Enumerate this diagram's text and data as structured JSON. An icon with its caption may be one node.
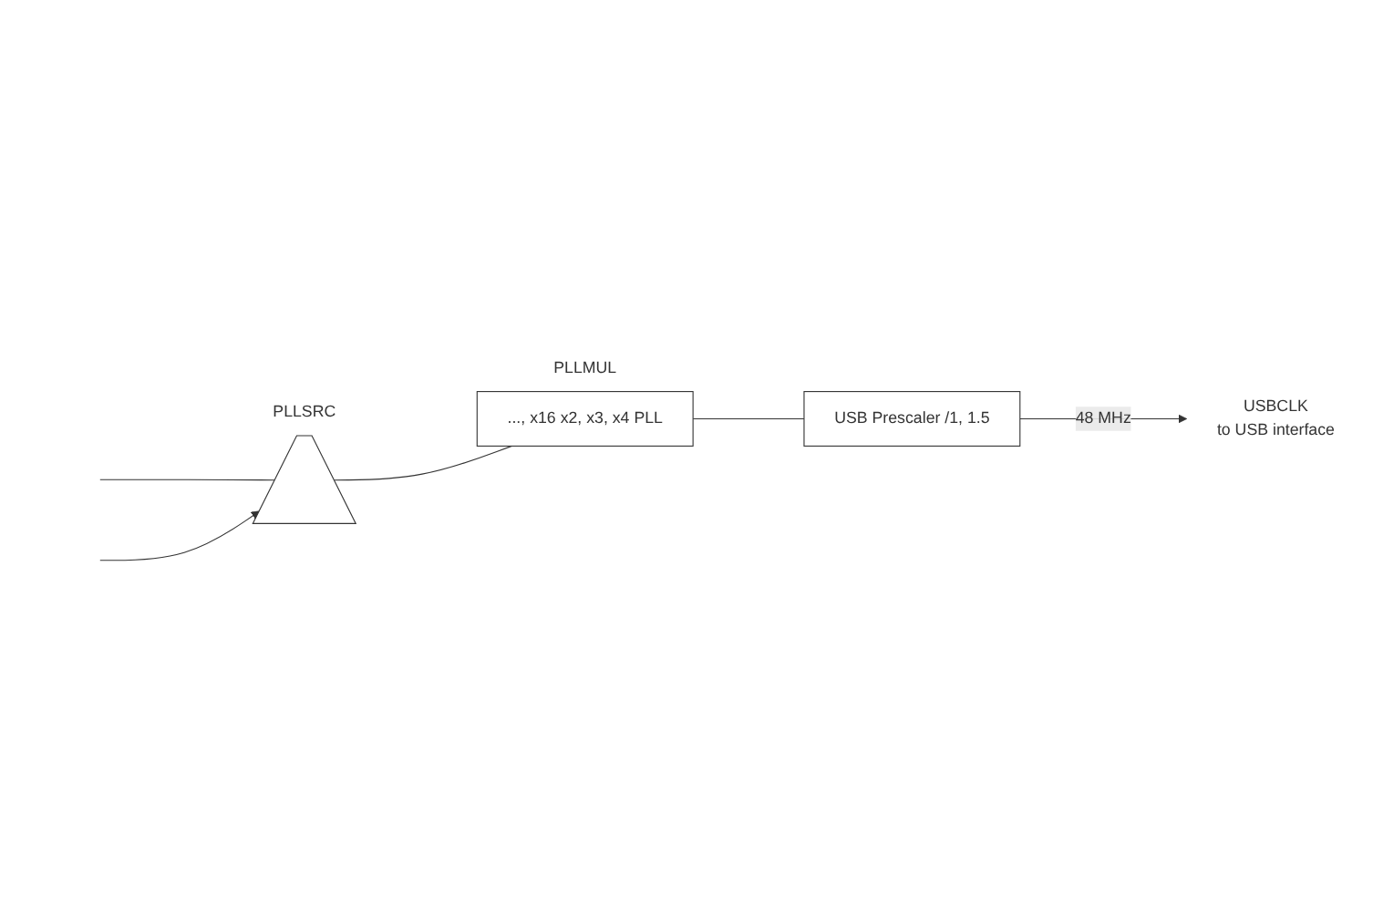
{
  "diagram": {
    "nodes": [
      {
        "text": [],
        "shape": "trapezoid",
        "beside": [
          "PLLSRC"
        ]
      },
      {
        "text": [
          "..., x16 x2, x3, x4 PLL"
        ],
        "beside": [
          "PLLMUL"
        ]
      },
      {
        "text": [
          "USB Prescaler /1, 1.5"
        ]
      },
      {
        "text": [
          "USBCLK",
          "to USB interface"
        ]
      }
    ],
    "edges": [
      {
        "from": null,
        "to": 0,
        "arrow": "none"
      },
      {
        "from": null,
        "to": 0,
        "arrow": "to"
      },
      {
        "from": 0,
        "to": 1,
        "arrow": "none"
      },
      {
        "from": 1,
        "to": 2,
        "arrow": "none"
      },
      {
        "from": 2,
        "to": 3,
        "arrow": "to",
        "label": "48 MHz"
      }
    ]
  }
}
